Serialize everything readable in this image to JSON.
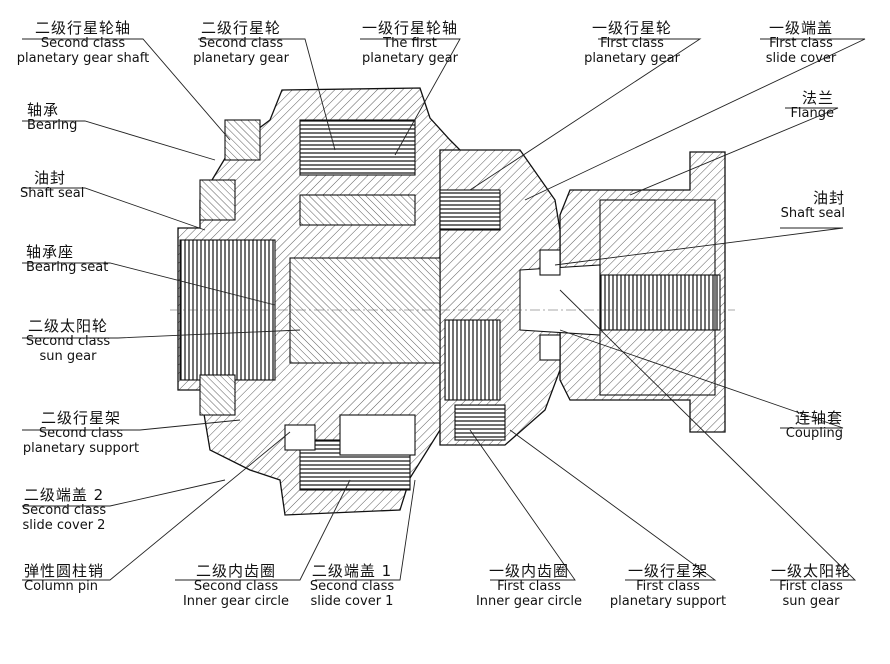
{
  "labels": [
    {
      "id": "second-planetary-gear-shaft",
      "zh": "二级行星轮轴",
      "en": [
        "Second class",
        "planetary gear shaft"
      ]
    },
    {
      "id": "second-planetary-gear",
      "zh": "二级行星轮",
      "en": [
        "Second class",
        "planetary gear"
      ]
    },
    {
      "id": "first-planetary-gear-shaft",
      "zh": "一级行星轮轴",
      "en": [
        "The first",
        "planetary gear"
      ]
    },
    {
      "id": "first-planetary-gear",
      "zh": "一级行星轮",
      "en": [
        "First class",
        "planetary gear"
      ]
    },
    {
      "id": "first-slide-cover",
      "zh": "一级端盖",
      "en": [
        "First class",
        "slide cover"
      ]
    },
    {
      "id": "bearing",
      "zh": "轴承",
      "en": [
        "Bearing"
      ]
    },
    {
      "id": "flange",
      "zh": "法兰",
      "en": [
        "Flange"
      ]
    },
    {
      "id": "shaft-seal-left",
      "zh": "油封",
      "en": [
        "Shaft seal"
      ]
    },
    {
      "id": "shaft-seal-right",
      "zh": "油封",
      "en": [
        "Shaft seal"
      ]
    },
    {
      "id": "bearing-seat",
      "zh": "轴承座",
      "en": [
        "Bearing seat"
      ]
    },
    {
      "id": "second-sun-gear",
      "zh": "二级太阳轮",
      "en": [
        "Second class",
        "sun gear"
      ]
    },
    {
      "id": "second-planetary-support",
      "zh": "二级行星架",
      "en": [
        "Second class",
        "planetary support"
      ]
    },
    {
      "id": "coupling",
      "zh": "连轴套",
      "en": [
        "Coupling"
      ]
    },
    {
      "id": "second-slide-cover-2",
      "zh": "二级端盖 2",
      "en": [
        "Second class",
        "slide cover 2"
      ]
    },
    {
      "id": "column-pin",
      "zh": "弹性圆柱销",
      "en": [
        "Column pin"
      ]
    },
    {
      "id": "second-inner-gear-circle",
      "zh": "二级内齿圈",
      "en": [
        "Second class",
        "Inner gear circle"
      ]
    },
    {
      "id": "second-slide-cover-1",
      "zh": "二级端盖 1",
      "en": [
        "Second class",
        "slide cover 1"
      ]
    },
    {
      "id": "first-inner-gear-circle",
      "zh": "一级内齿圈",
      "en": [
        "First class",
        "Inner gear circle"
      ]
    },
    {
      "id": "first-planetary-support",
      "zh": "一级行星架",
      "en": [
        "First class",
        "planetary support"
      ]
    },
    {
      "id": "first-sun-gear",
      "zh": "一级太阳轮",
      "en": [
        "First class",
        "sun gear"
      ]
    }
  ]
}
